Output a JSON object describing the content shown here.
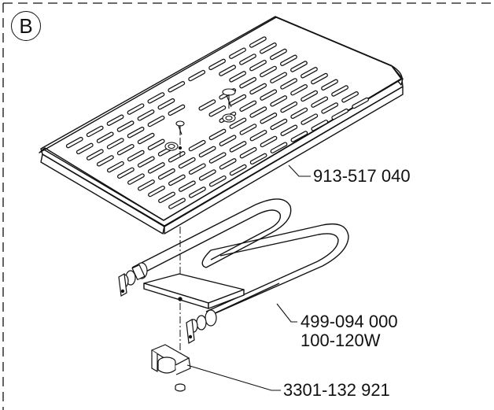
{
  "section": {
    "label": "B"
  },
  "parts": [
    {
      "id": "tray",
      "part_number": "913-517 040",
      "spec": ""
    },
    {
      "id": "heating-element",
      "part_number": "499-094 000",
      "spec": "100-120W"
    },
    {
      "id": "thermostat",
      "part_number": "3301-132 921",
      "spec": ""
    }
  ]
}
